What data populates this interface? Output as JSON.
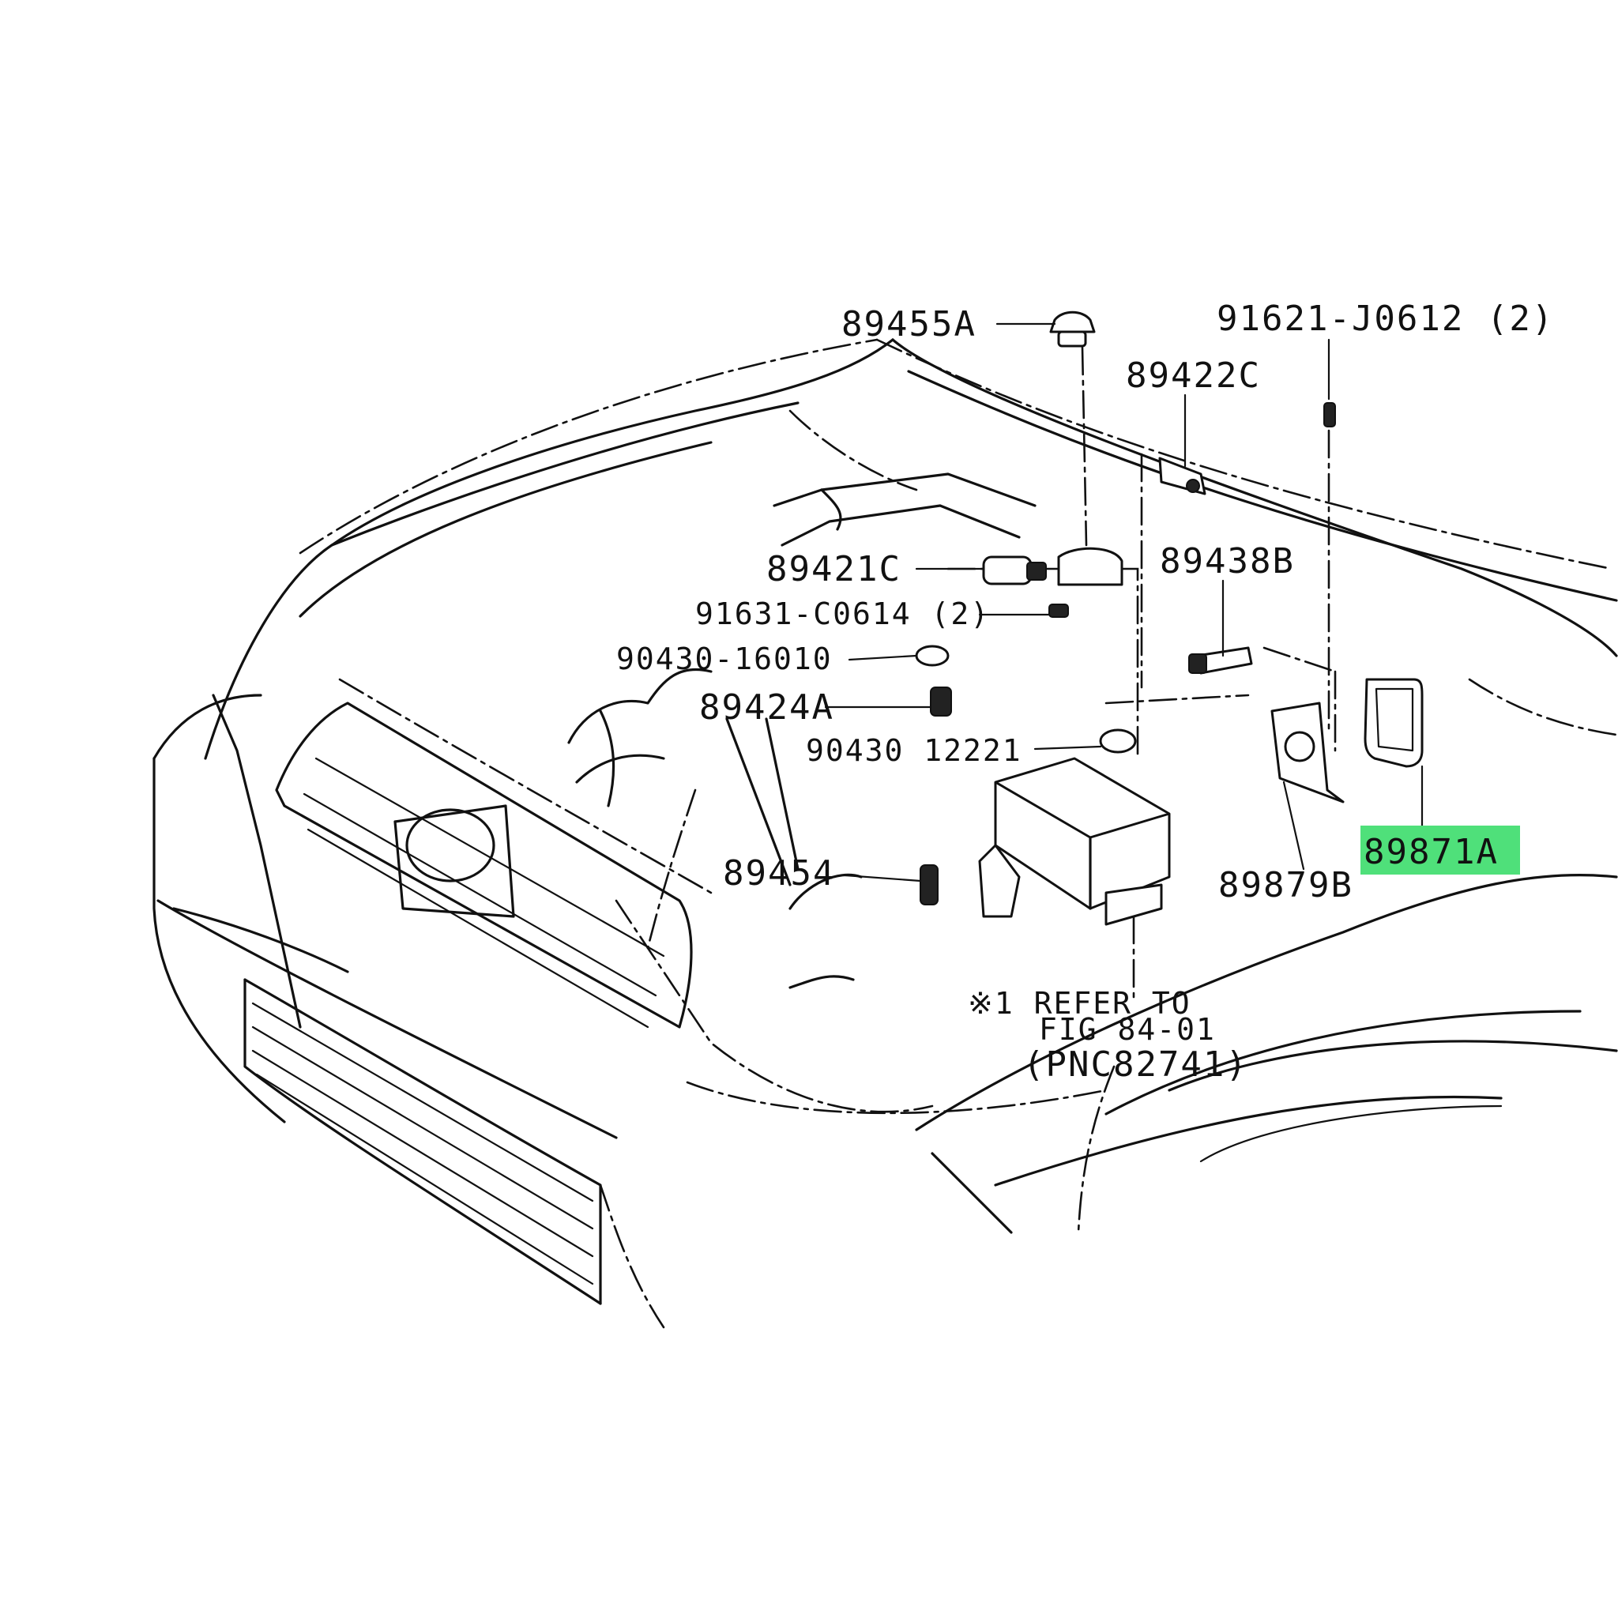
{
  "labels": {
    "p89455A": "89455A",
    "p91621": "91621-J0612 (2)",
    "p89422C": "89422C",
    "p89421C": "89421C",
    "p89438B": "89438B",
    "p91631": "91631-C0614 (2)",
    "p90430_16010": "90430-16010",
    "p89424A": "89424A",
    "p90430_12221": "90430  12221",
    "p89454": "89454",
    "p89879B": "89879B",
    "p89871A": "89871A",
    "note_line1": "※1 REFER TO",
    "note_line2": "FIG 84-01",
    "note_line3": "(PNC82741)"
  },
  "colors": {
    "highlight": "#4fe07a",
    "ink": "#111111",
    "background": "#ffffff"
  },
  "highlighted_part": "89871A"
}
